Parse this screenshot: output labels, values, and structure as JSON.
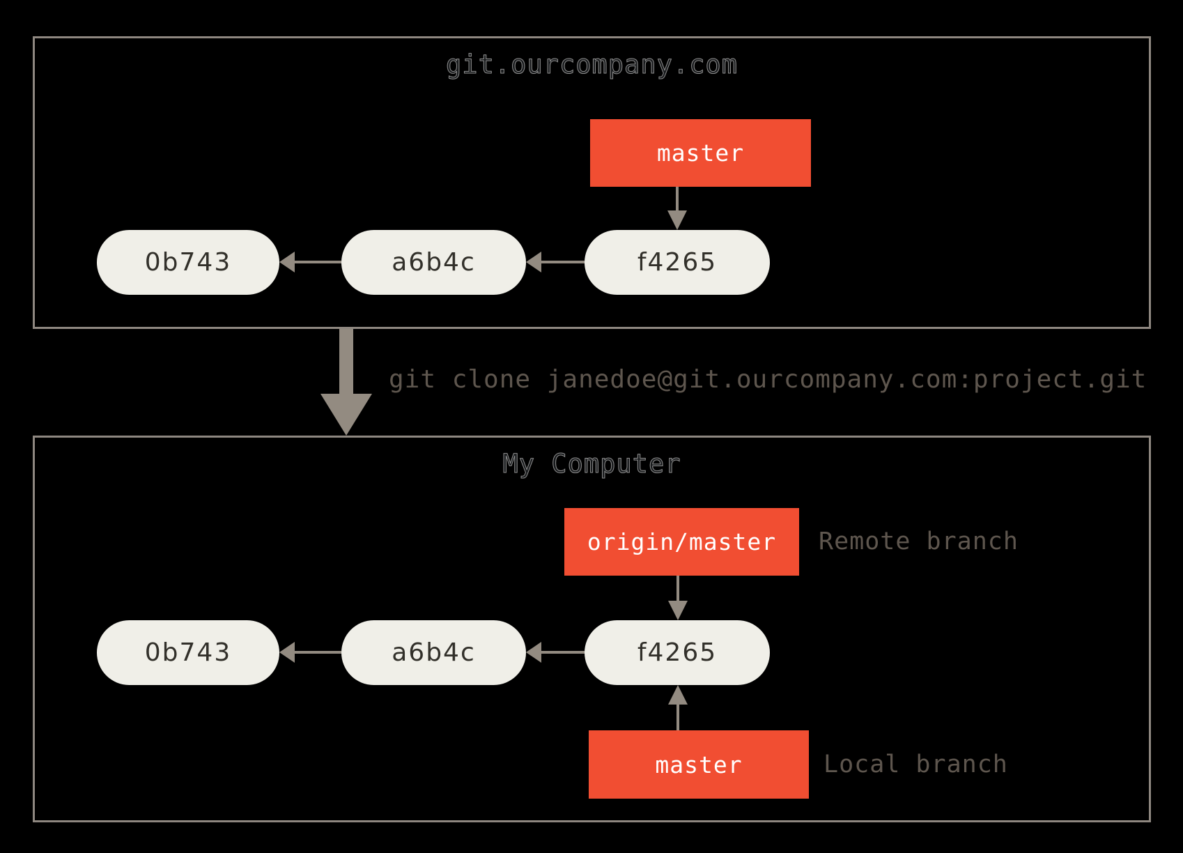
{
  "colors": {
    "background": "#000000",
    "branch_red": "#f14e32",
    "commit_fill": "#f0efe8",
    "commit_text": "#32302a",
    "arrow_gray": "#938b81",
    "box_border": "#8e8780",
    "annotation_text": "#5e564e",
    "branch_text": "#ffffff"
  },
  "server": {
    "title": "git.ourcompany.com",
    "branch_label": "master",
    "commits": [
      "0b743",
      "a6b4c",
      "f4265"
    ]
  },
  "clone": {
    "command": "git clone janedoe@git.ourcompany.com:project.git"
  },
  "computer": {
    "title": "My Computer",
    "remote_branch_label": "origin/master",
    "remote_annotation": "Remote branch",
    "local_branch_label": "master",
    "local_annotation": "Local branch",
    "commits": [
      "0b743",
      "a6b4c",
      "f4265"
    ]
  }
}
